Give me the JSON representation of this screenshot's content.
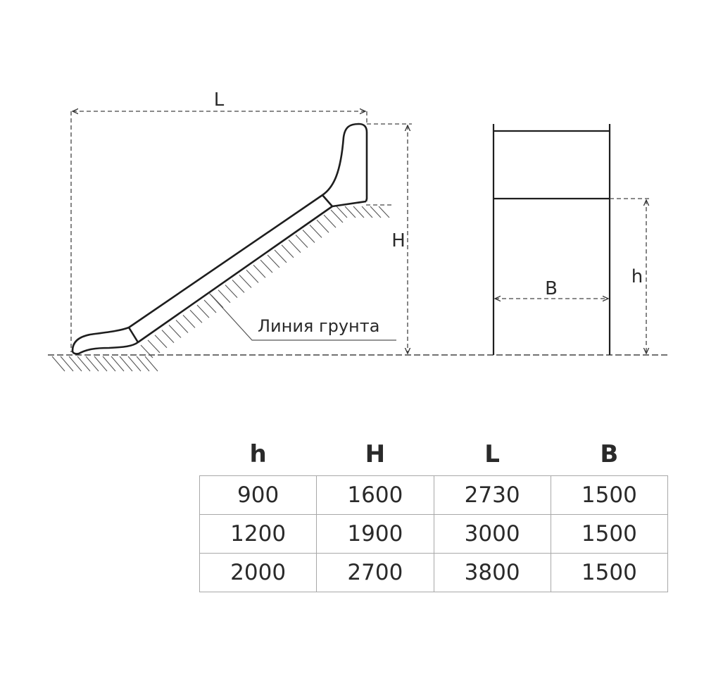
{
  "diagram": {
    "side_view": {
      "length_label": "L",
      "height_label": "H",
      "ground_label": "Линия грунта"
    },
    "front_view": {
      "width_label": "B",
      "height_label": "h"
    }
  },
  "table": {
    "headers": [
      "h",
      "H",
      "L",
      "B"
    ],
    "rows": [
      [
        "900",
        "1600",
        "2730",
        "1500"
      ],
      [
        "1200",
        "1900",
        "3000",
        "1500"
      ],
      [
        "2000",
        "2700",
        "3800",
        "1500"
      ]
    ]
  }
}
